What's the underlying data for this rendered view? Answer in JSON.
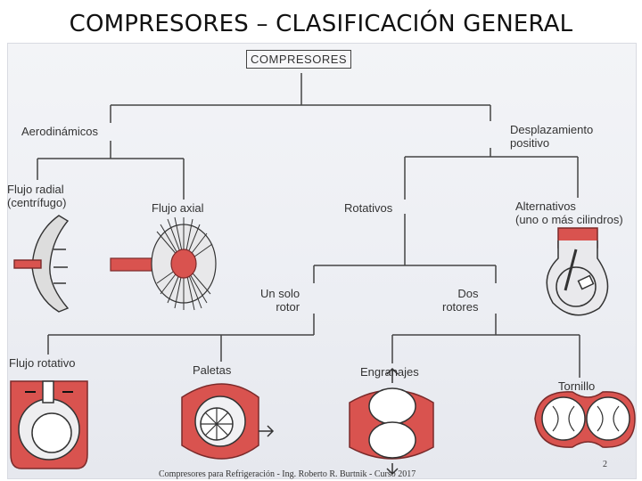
{
  "title": "COMPRESORES – CLASIFICACIÓN GENERAL",
  "diagram": {
    "root": "COMPRESORES",
    "aerodinamicos": "Aerodinámicos",
    "desplazamiento": "Desplazamiento\npositivo",
    "flujo_radial": "Flujo radial\n(centrífugo)",
    "flujo_axial": "Flujo axial",
    "rotativos": "Rotativos",
    "alternativos": "Alternativos\n(uno o más cilindros)",
    "un_solo_rotor": "Un solo\nrotor",
    "dos_rotores": "Dos\nrotores",
    "flujo_rotativo": "Flujo rotativo",
    "paletas": "Paletas",
    "engranajes": "Engranajes",
    "tornillo": "Tornillo"
  },
  "footer": "Compresores para Refrigeración - Ing. Roberto R. Burtnik - Curso 2017",
  "page_number": "2",
  "colors": {
    "accent": "#d9534f",
    "line": "#444444"
  }
}
